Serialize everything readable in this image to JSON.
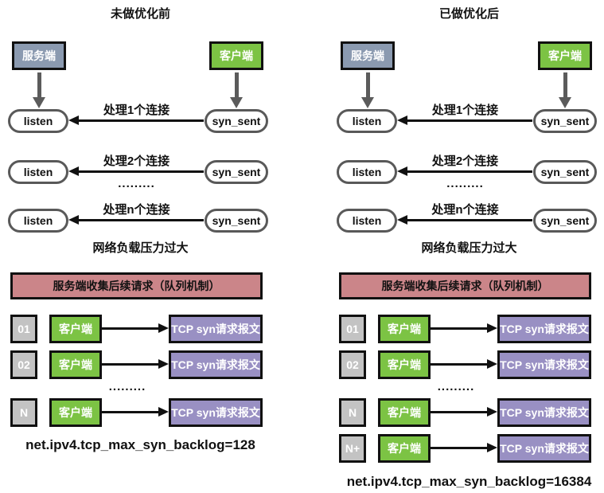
{
  "colors": {
    "server_box": "#8b9ab0",
    "client_box": "#7cc344",
    "queue_banner": "#cb8589",
    "packet_box": "#9990c3",
    "slot_box": "#c3c3c3",
    "thick_arrow": "#5b5b5b",
    "thin_arrow": "#111111",
    "pill_border": "#595959"
  },
  "columns": [
    {
      "title": "未做优化前",
      "server_label": "服务端",
      "client_label": "客户端",
      "listen_label": "listen",
      "syn_sent_label": "syn_sent",
      "connection_rows": [
        "处理1个连接",
        "处理2个连接",
        "处理n个连接"
      ],
      "dots": ".........",
      "overload_text": "网络负载压力过大",
      "queue_banner": "服务端收集后续请求（队列机制）",
      "queue_rows": [
        {
          "slot": "01",
          "client": "客户端",
          "packet": "TCP syn请求报文"
        },
        {
          "slot": "02",
          "client": "客户端",
          "packet": "TCP syn请求报文"
        },
        {
          "slot": "N",
          "client": "客户端",
          "packet": "TCP syn请求报文"
        }
      ],
      "queue_dots": ".........",
      "sysctl_text": "net.ipv4.tcp_max_syn_backlog=128"
    },
    {
      "title": "已做优化后",
      "server_label": "服务端",
      "client_label": "客户端",
      "listen_label": "listen",
      "syn_sent_label": "syn_sent",
      "connection_rows": [
        "处理1个连接",
        "处理2个连接",
        "处理n个连接"
      ],
      "dots": ".........",
      "overload_text": "网络负载压力过大",
      "queue_banner": "服务端收集后续请求（队列机制）",
      "queue_rows": [
        {
          "slot": "01",
          "client": "客户端",
          "packet": "TCP syn请求报文"
        },
        {
          "slot": "02",
          "client": "客户端",
          "packet": "TCP syn请求报文"
        },
        {
          "slot": "N",
          "client": "客户端",
          "packet": "TCP syn请求报文"
        },
        {
          "slot": "N+",
          "client": "客户端",
          "packet": "TCP syn请求报文"
        }
      ],
      "queue_dots": ".........",
      "sysctl_text": "net.ipv4.tcp_max_syn_backlog=16384"
    }
  ]
}
